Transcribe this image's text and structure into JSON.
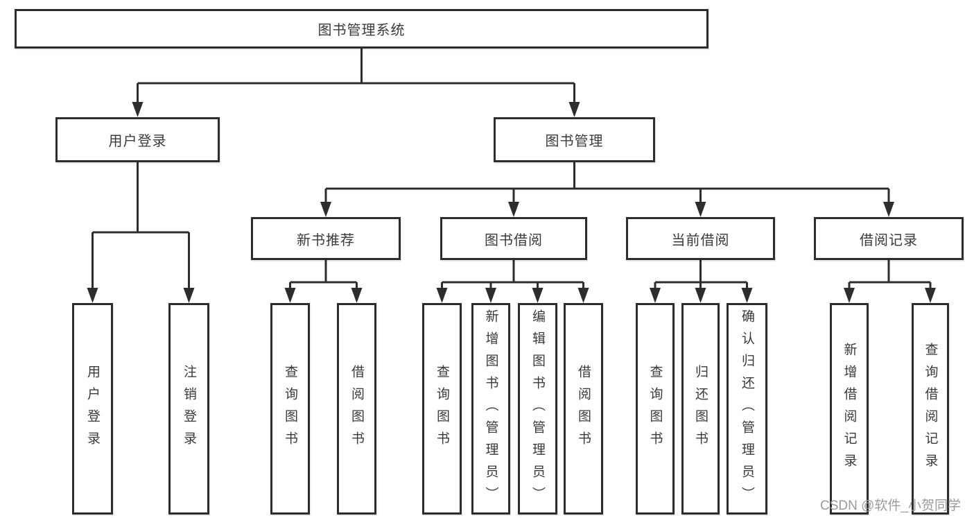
{
  "diagram": {
    "root": {
      "label": "图书管理系统"
    },
    "branches": [
      {
        "label": "用户登录",
        "children": [
          {
            "label": "用户登录"
          },
          {
            "label": "注销登录"
          }
        ]
      },
      {
        "label": "图书管理",
        "children": [
          {
            "label": "新书推荐",
            "children": [
              {
                "label": "查询图书"
              },
              {
                "label": "借阅图书"
              }
            ]
          },
          {
            "label": "图书借阅",
            "children": [
              {
                "label": "查询图书"
              },
              {
                "label": "新增图书（管理员）"
              },
              {
                "label": "编辑图书（管理员）"
              },
              {
                "label": "借阅图书"
              }
            ]
          },
          {
            "label": "当前借阅",
            "children": [
              {
                "label": "查询图书"
              },
              {
                "label": "归还图书"
              },
              {
                "label": "确认归还（管理员）"
              }
            ]
          },
          {
            "label": "借阅记录",
            "children": [
              {
                "label": "新增借阅记录"
              },
              {
                "label": "查询借阅记录"
              }
            ]
          }
        ]
      }
    ]
  },
  "watermark": {
    "text": "CSDN @软件_小贺同学"
  },
  "colors": {
    "line": "#2d2d2d",
    "box_border": "#2d2d2d",
    "text": "#3a3a3a",
    "watermark": "#9a9a9a",
    "background": "#ffffff"
  }
}
